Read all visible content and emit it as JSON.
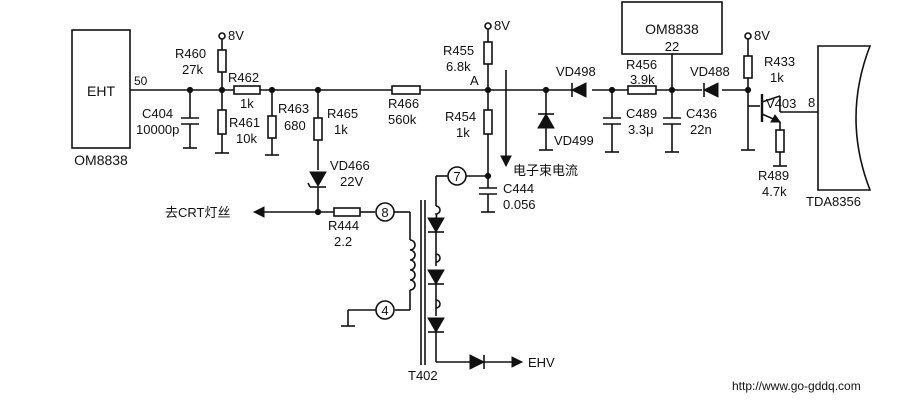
{
  "blocks": {
    "left_ic_inner": "EHT",
    "left_ic_name": "OM8838",
    "left_ic_pin": "50",
    "top_ic_name": "OM8838",
    "top_ic_pin": "22",
    "right_ic_name": "TDA8356",
    "right_ic_pin": "8"
  },
  "supplies": {
    "rail": "8V"
  },
  "components": {
    "R460": {
      "ref": "R460",
      "value": "27k"
    },
    "R462": {
      "ref": "R462",
      "value": "1k"
    },
    "R461": {
      "ref": "R461",
      "value": "10k"
    },
    "R463": {
      "ref": "R463",
      "value": "680"
    },
    "R465": {
      "ref": "R465",
      "value": "1k"
    },
    "R466": {
      "ref": "R466",
      "value": "560k"
    },
    "R455": {
      "ref": "R455",
      "value": "6.8k"
    },
    "R454": {
      "ref": "R454",
      "value": "1k"
    },
    "R456": {
      "ref": "R456",
      "value": "3.9k"
    },
    "R433": {
      "ref": "R433",
      "value": "1k"
    },
    "R489": {
      "ref": "R489",
      "value": "4.7k"
    },
    "R444": {
      "ref": "R444",
      "value": "2.2"
    },
    "C404": {
      "ref": "C404",
      "value": "10000p"
    },
    "C444": {
      "ref": "C444",
      "value": "0.056"
    },
    "C489": {
      "ref": "C489",
      "value": "3.3μ"
    },
    "C436": {
      "ref": "C436",
      "value": "22n"
    },
    "VD466": {
      "ref": "VD466",
      "value": "22V"
    },
    "VD498": {
      "ref": "VD498"
    },
    "VD499": {
      "ref": "VD499"
    },
    "VD488": {
      "ref": "VD488"
    },
    "V403": {
      "ref": "V403"
    },
    "T402": {
      "ref": "T402"
    }
  },
  "nodes": {
    "A": "A",
    "pin7": "7",
    "pin8": "8",
    "pin4": "4"
  },
  "annotations": {
    "beam_current": "电子束电流",
    "to_crt": "去CRT灯丝",
    "ehv": "EHV",
    "watermark": "http://www.go-gddq.com"
  }
}
